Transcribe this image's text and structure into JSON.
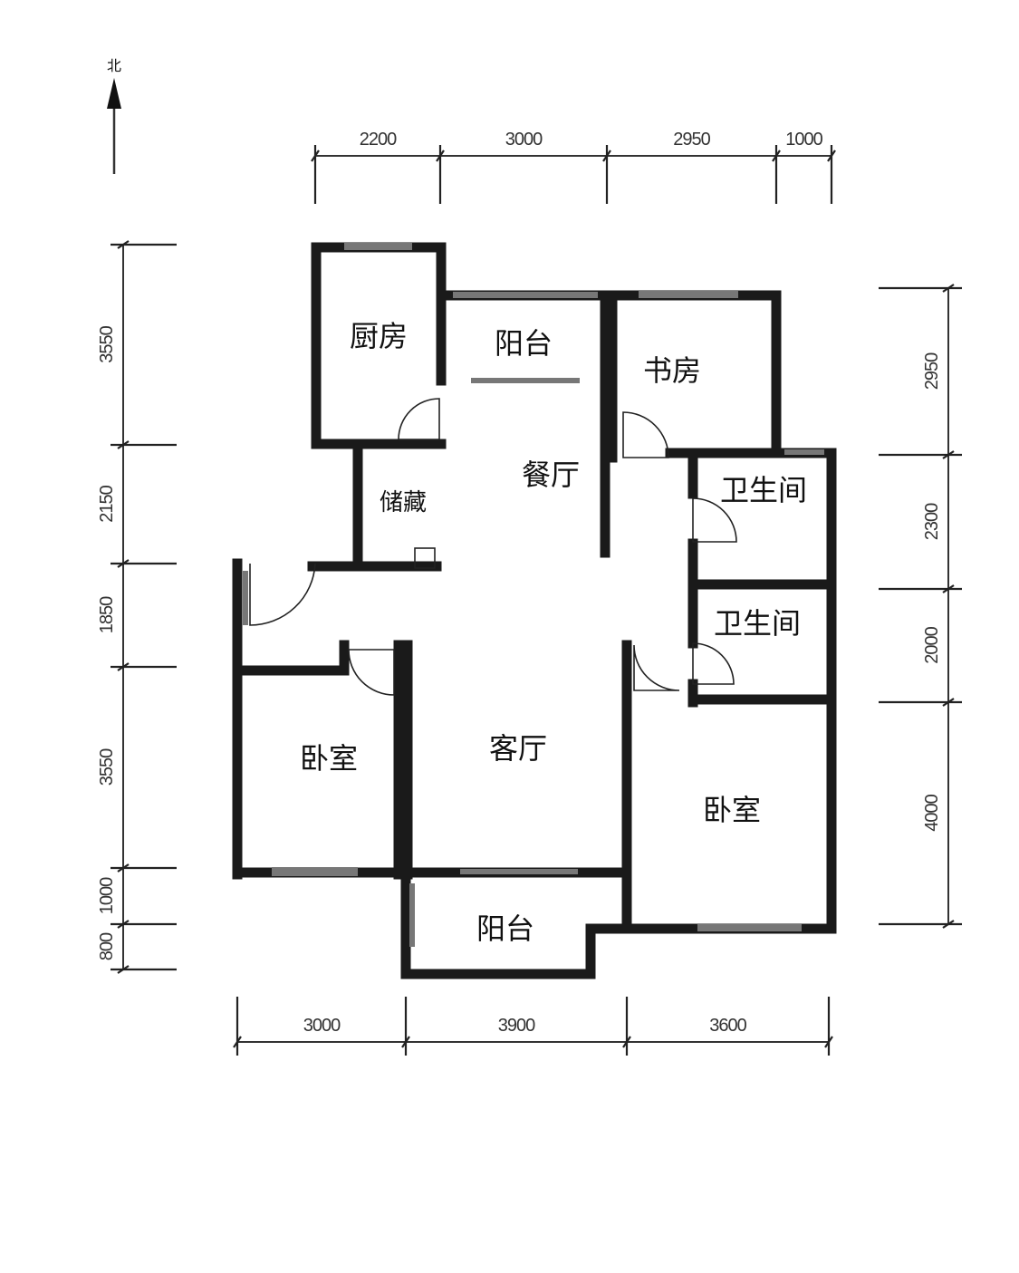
{
  "north_label": "北",
  "rooms": {
    "kitchen": "厨房",
    "balcony_north": "阳台",
    "study": "书房",
    "dining": "餐厅",
    "storage": "储藏",
    "bathroom_1": "卫生间",
    "bathroom_2": "卫生间",
    "bedroom_left": "卧室",
    "living": "客厅",
    "bedroom_right": "卧室",
    "balcony_south": "阳台"
  },
  "dimensions": {
    "top": [
      "2200",
      "3000",
      "2950",
      "1000"
    ],
    "bottom": [
      "3000",
      "3900",
      "3600"
    ],
    "left": [
      "3550",
      "2150",
      "1850",
      "3550",
      "1000",
      "800"
    ],
    "right": [
      "2950",
      "2300",
      "2000",
      "4000"
    ]
  }
}
